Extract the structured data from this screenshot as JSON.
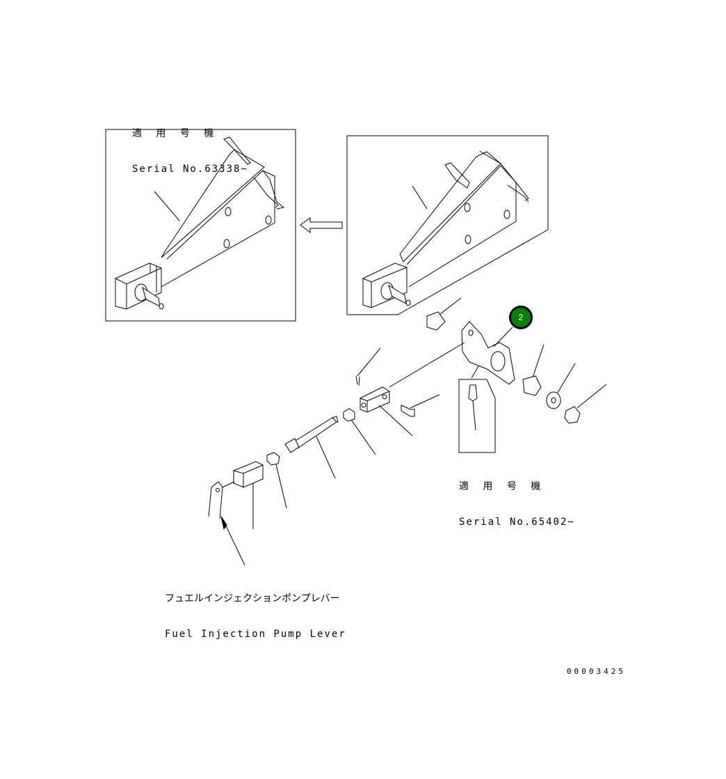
{
  "diagram": {
    "type": "exploded-parts-diagram",
    "subject": "Fuel injection pump lever linkage"
  },
  "labels": {
    "serial_old": {
      "jp": "適 用 号 機",
      "en": "Serial No.63338~"
    },
    "serial_new": {
      "jp": "適 用 号 機",
      "en": "Serial No.65402~"
    },
    "pump_lever": {
      "jp": "フュエルインジェクションポンプレバー",
      "en": "Fuel Injection Pump Lever"
    }
  },
  "callouts": [
    {
      "number": "2",
      "color": "#0a7d0a"
    }
  ],
  "document_number": "00003425",
  "arrow": {
    "direction": "left",
    "meaning": "replaced-by"
  }
}
